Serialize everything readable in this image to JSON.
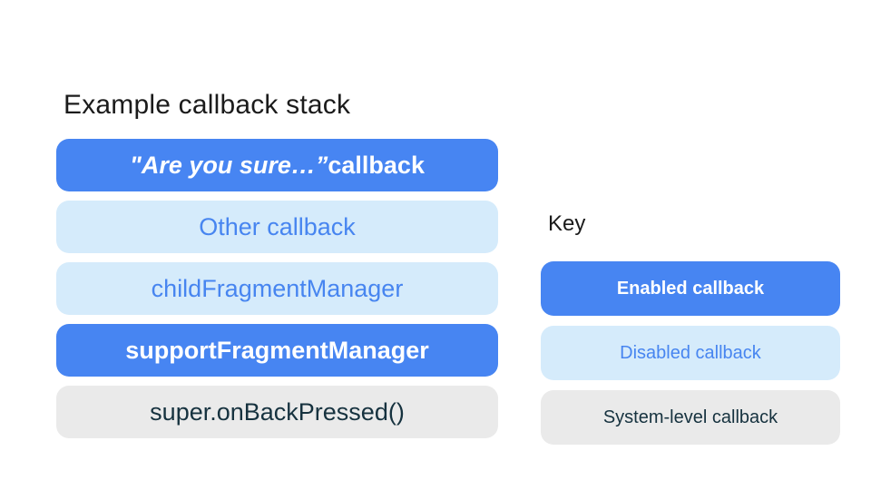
{
  "title": "Example callback stack",
  "stack": {
    "boxes": [
      {
        "state": "enabled",
        "quoted_part": "\"Are you sure…”",
        "rest_part": " callback"
      },
      {
        "state": "disabled",
        "label": "Other callback"
      },
      {
        "state": "disabled",
        "label": "childFragmentManager"
      },
      {
        "state": "enabled",
        "label": "supportFragmentManager"
      },
      {
        "state": "system",
        "label": "super.onBackPressed()"
      }
    ]
  },
  "key": {
    "heading": "Key",
    "items": [
      {
        "state": "enabled",
        "label": "Enabled callback"
      },
      {
        "state": "disabled",
        "label": "Disabled callback"
      },
      {
        "state": "system",
        "label": "System-level callback"
      }
    ]
  },
  "colors": {
    "enabled_bg": "#4785F2",
    "enabled_text": "#FFFFFF",
    "disabled_bg": "#D5EBFB",
    "disabled_text": "#4785F0",
    "system_bg": "#EAEAEA",
    "system_text": "#16323F",
    "heading_text": "#1B1B1B",
    "background": "#FFFFFF"
  }
}
